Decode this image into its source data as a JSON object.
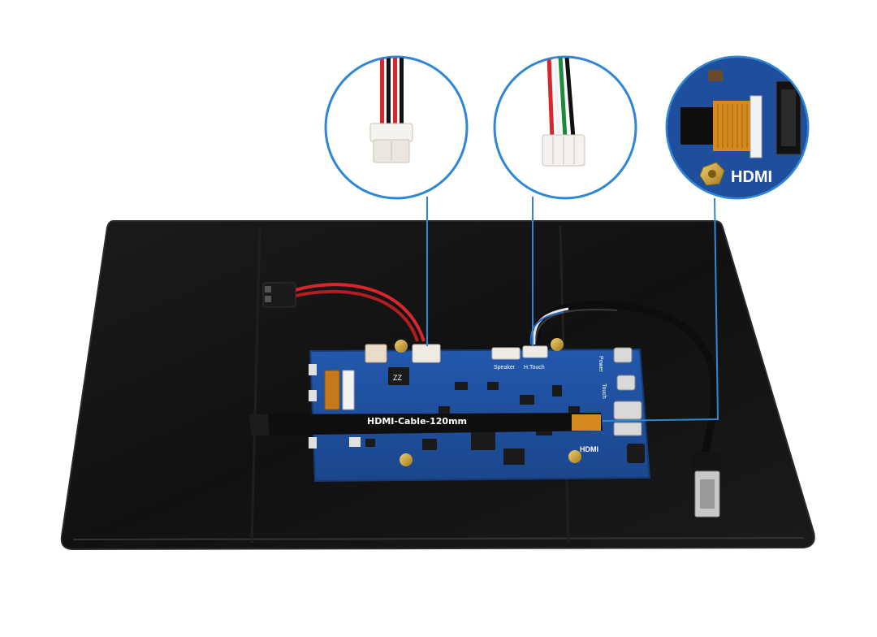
{
  "product": {
    "cable_label": "HDMI-Cable-120mm",
    "hdmi_logo_text": "HDMI",
    "board_labels": {
      "speaker": "Speaker",
      "touch": "H.Touch",
      "power": "Power",
      "touch_port": "Touch",
      "zz": "ZZ"
    }
  },
  "colors": {
    "panel": "#121212",
    "panel_edge": "#2a2a2a",
    "pcb": "#1f4f9c",
    "callout_line": "#2f86d6",
    "wire_red": "#d8262b",
    "wire_black": "#111111",
    "wire_green": "#1e8a3c",
    "wire_white": "#f2f2f2",
    "fpc_gold": "#d48a1f",
    "brass": "#c9a13e"
  },
  "callouts": [
    {
      "name": "speaker-connector-zoom",
      "icon": "2-pin-connector"
    },
    {
      "name": "touch-connector-zoom",
      "icon": "4-pin-connector"
    },
    {
      "name": "fpc-connector-zoom",
      "icon": "fpc-connector"
    }
  ]
}
